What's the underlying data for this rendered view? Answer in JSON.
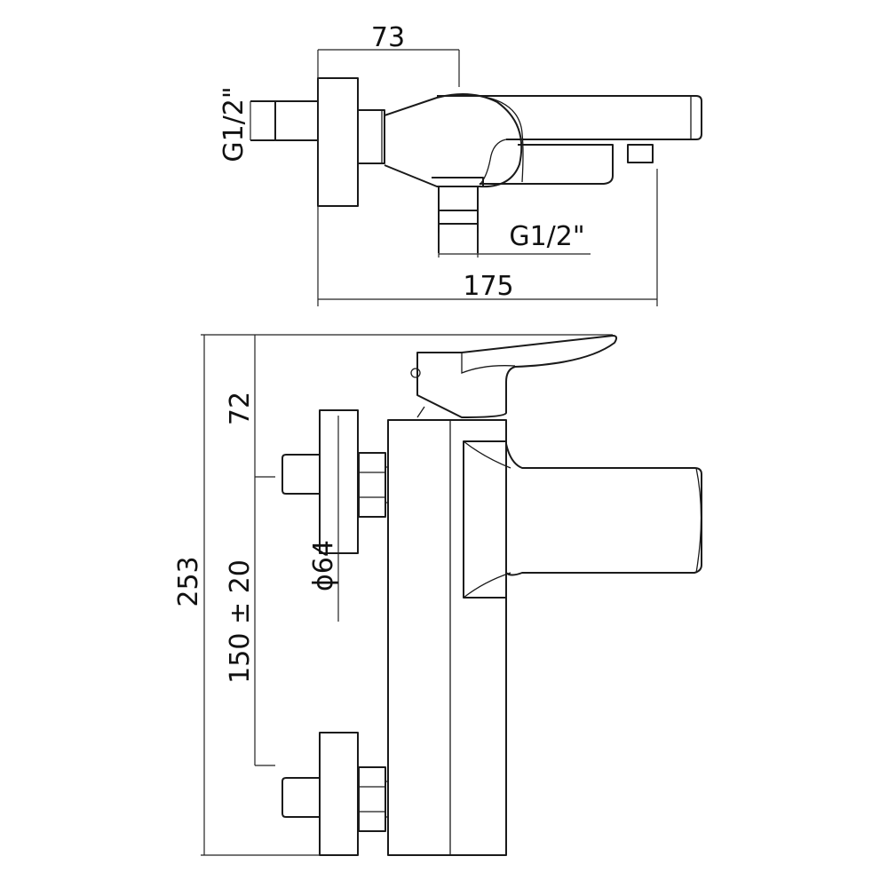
{
  "top_view": {
    "dim_width_valve": "73",
    "dim_total_depth": "175",
    "inlet_thread_label": "G1/2\"",
    "outlet_thread_label": "G1/2\""
  },
  "side_view": {
    "dim_total_height": "253",
    "dim_handle_height": "72",
    "dim_inlet_spacing": "150 ± 20",
    "dim_escutcheon_diameter": "ϕ64"
  },
  "colors": {
    "line": "#1a1a1a",
    "background": "#ffffff"
  }
}
